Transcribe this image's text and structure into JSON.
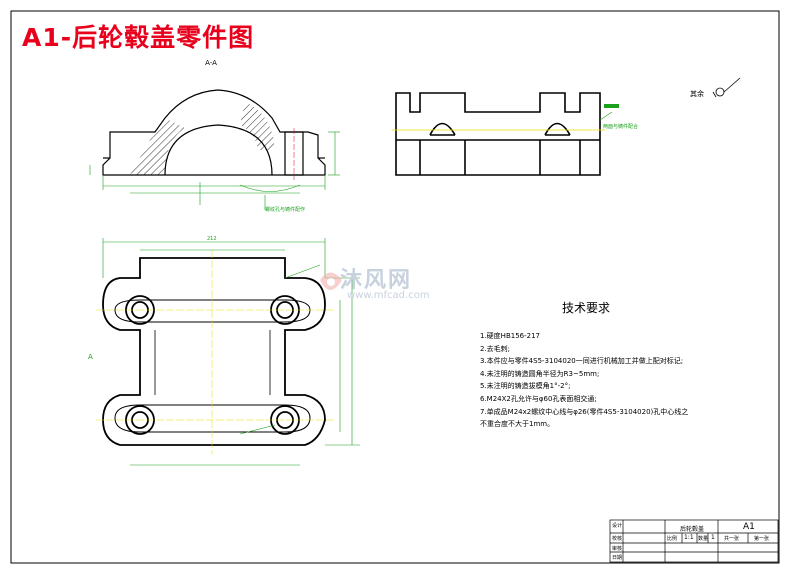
{
  "title": "A1-后轮毂盖零件图",
  "section_label": "A-A",
  "view_label_a": "A",
  "surface_finish": "其余",
  "tech_requirements": {
    "heading": "技术要求",
    "items": [
      "1.硬度HB156-217",
      "2.去毛刺;",
      "3.本件应与零件4S5-3104020一同进行机械加工并做上配对标记;",
      "4.未注明的铸造圆角半径为R3~5mm;",
      "5.未注明的铸造拔模角1°-2°;",
      "6.M24X2孔允许与φ60孔表面相交通;",
      "7.单成品M24x2螺纹中心线与φ26(零件4S5-3104020)孔中心线之",
      "不重合度不大于1mm。"
    ]
  },
  "annotations": {
    "cover_note": "螺纹孔与铸件配作",
    "right_note": "两面与铸件配合",
    "overall_width": "212"
  },
  "title_block": {
    "part_name": "后轮毂盖",
    "drawing_no": "A1",
    "scale_label": "比例",
    "scale": "1:1",
    "qty_label": "数量",
    "qty": "1",
    "sheets": "共一张",
    "sheet_no": "第一张",
    "row_labels": [
      "设计",
      "校核",
      "审核",
      "日期"
    ]
  },
  "watermark": {
    "brand": "沐风网",
    "url": "www.mfcad.com"
  },
  "colors": {
    "title": "#e8001c",
    "dimension": "#1aa01a",
    "centerline": "#e8e000",
    "outline": "#000000"
  }
}
